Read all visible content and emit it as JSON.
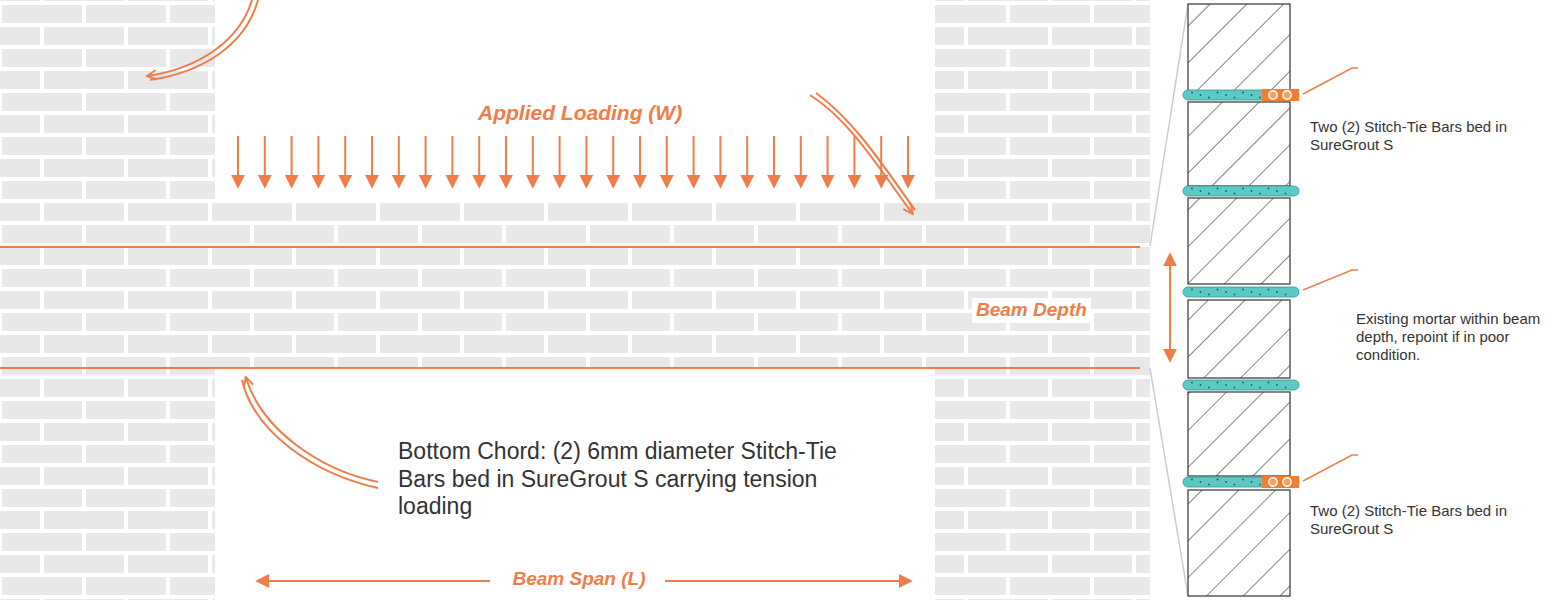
{
  "diagram": {
    "labels": [
      "Applied Loading (W)",
      "Beam Depth",
      "Bottom Chord: (2) 6mm diameter Stitch-Tie Bars bed in SureGrout S carrying tension loading",
      "Beam Span (L)",
      "Two (2) Stitch-Tie Bars bed in SureGrout S",
      "Existing mortar within beam depth, repoint if in poor condition.",
      "Two (2) Stitch-Tie Bars bed in SureGrout S"
    ]
  }
}
